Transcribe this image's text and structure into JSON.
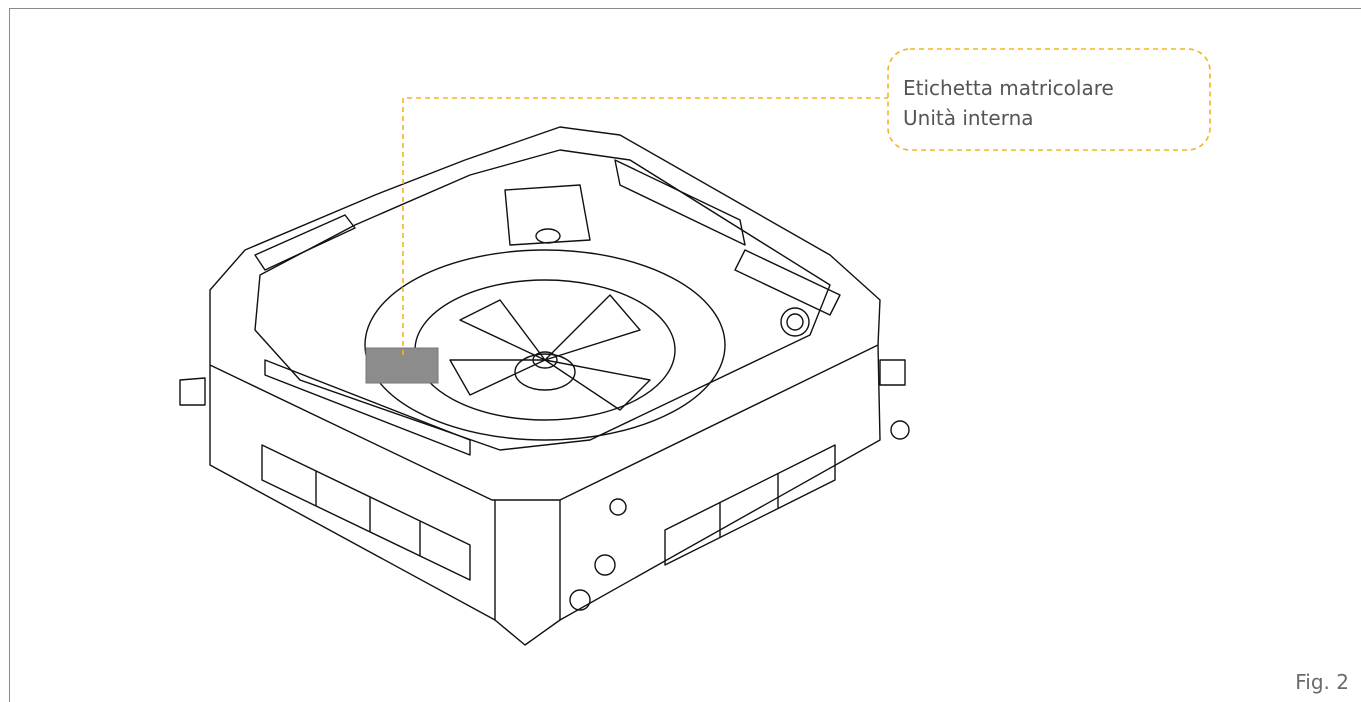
{
  "callout": {
    "line1": "Etichetta matricolare",
    "line2": "Unità interna",
    "color": "#F2B520"
  },
  "figure_label": "Fig. 2",
  "label_patch_color": "#8C8C8C"
}
